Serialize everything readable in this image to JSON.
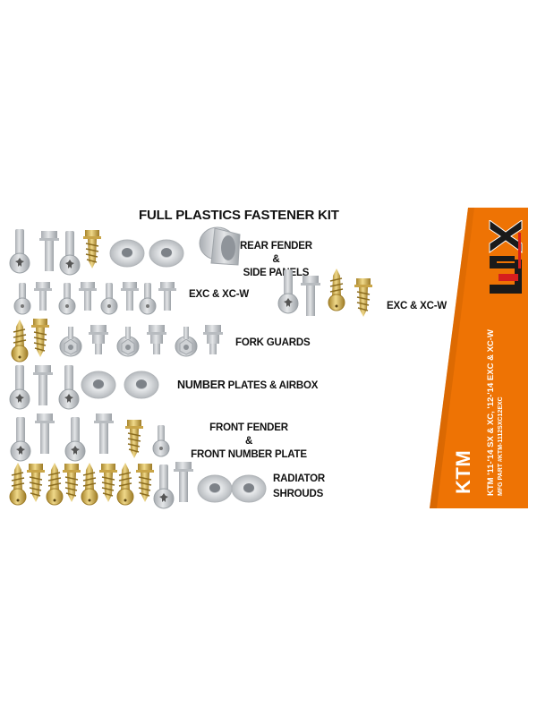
{
  "product": {
    "title": "FULL PLASTICS FASTENER KIT",
    "labels": {
      "rear_fender_line1": "REAR FENDER",
      "rear_fender_amp": "&",
      "rear_fender_line2": "SIDE PANELS",
      "exc_left": "EXC & XC-W",
      "exc_right": "EXC & XC-W",
      "fork_guards": "FORK GUARDS",
      "number_plates_bold": "NUMBER",
      "number_plates_rest": " PLATES & AIRBOX",
      "front_fender_line1": "FRONT FENDER",
      "front_fender_amp": "&",
      "front_fender_line2": "FRONT NUMBER PLATE",
      "radiator_line1": "RADIATOR",
      "radiator_line2": "SHROUDS"
    }
  },
  "side_panel": {
    "brand": "KTM",
    "models": "KTM '11-'14 SX & XC, '12-'14 EXC & XC-W",
    "mfg_part": "MFG PART #KTM-1112SXC12EXC",
    "logo": "4mx-logo-icon",
    "color": "#ee7304"
  },
  "colors": {
    "silver": "#c9ccd0",
    "silver_dark": "#9ea3a8",
    "gold": "#d9b650",
    "gold_dark": "#a8862c",
    "text": "#111111"
  }
}
